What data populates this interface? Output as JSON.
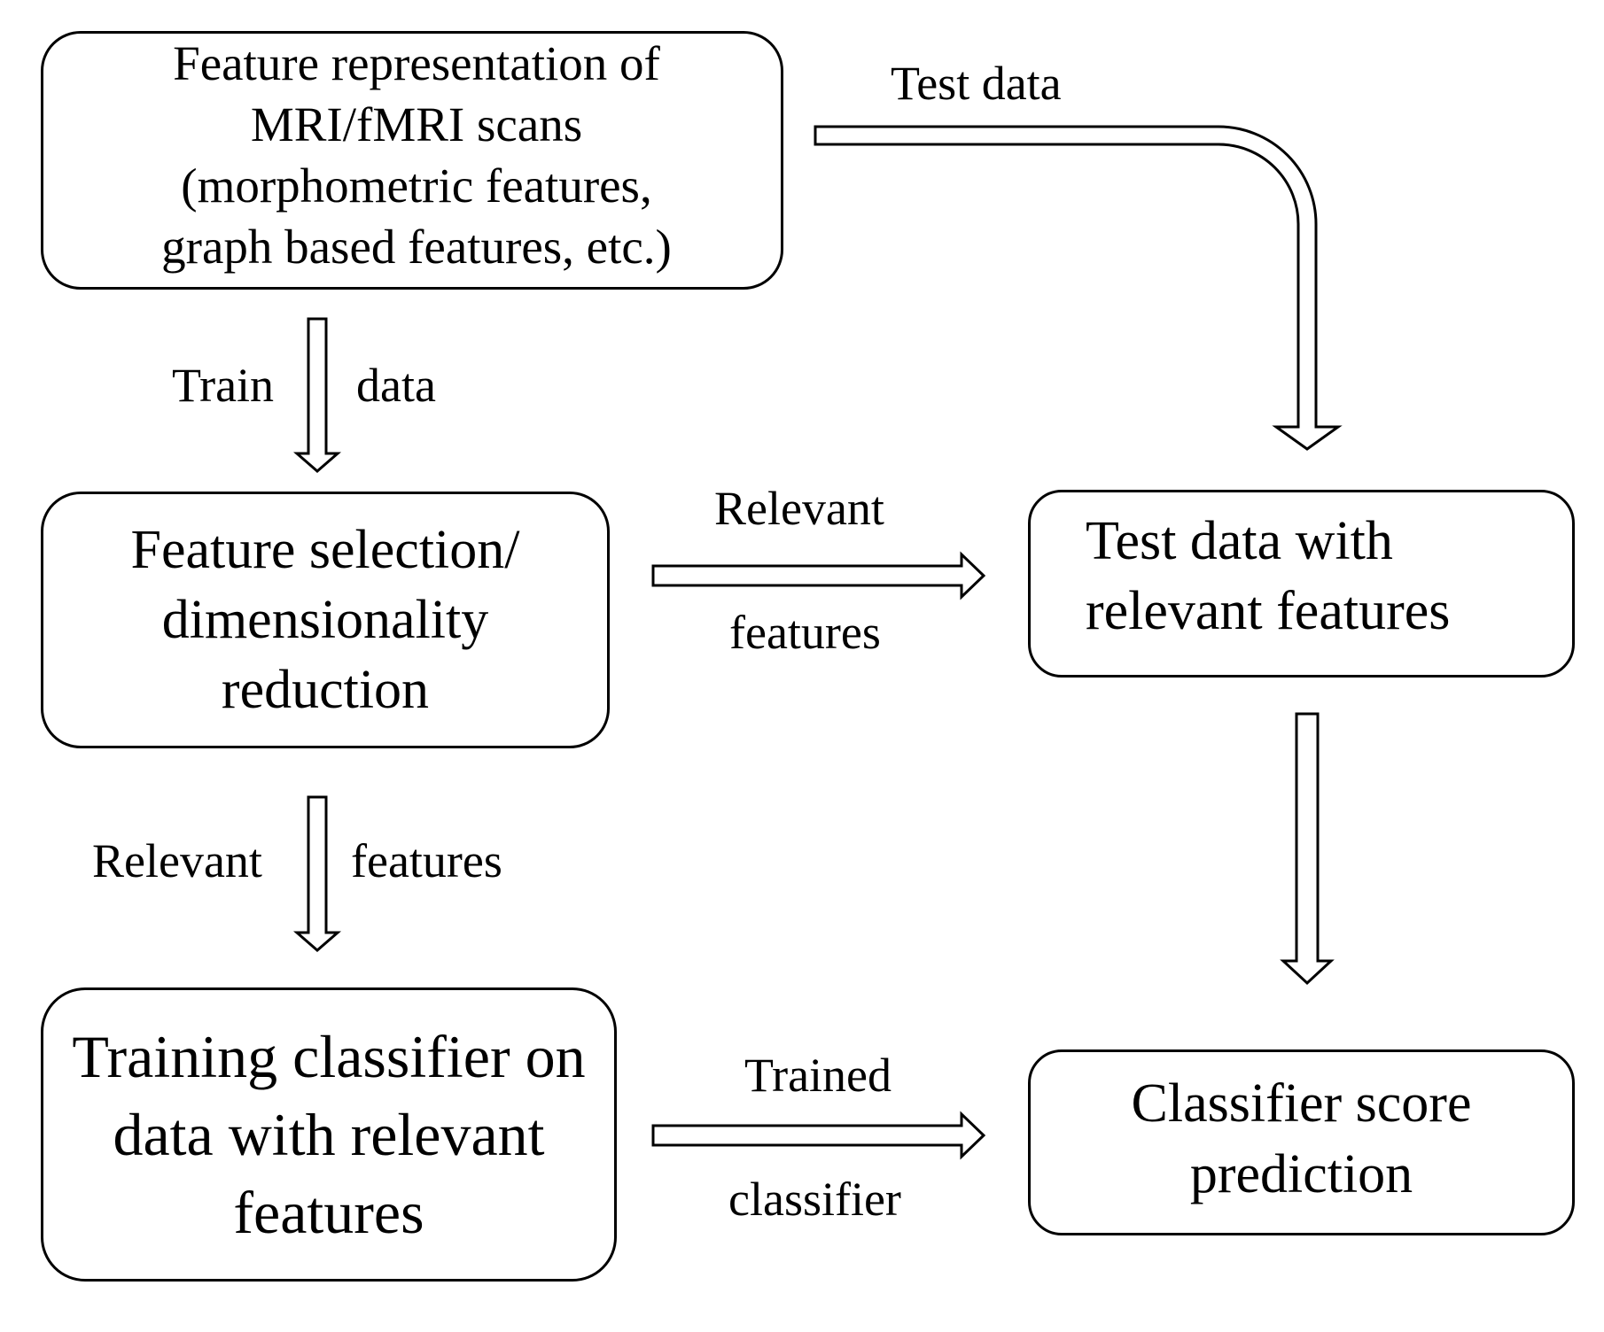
{
  "boxes": {
    "feature_representation": {
      "lines": [
        "Feature representation of",
        "MRI/fMRI scans",
        "(morphometric features,",
        "graph based features, etc.)"
      ]
    },
    "feature_selection": {
      "lines": [
        "Feature selection/",
        "dimensionality",
        "reduction"
      ]
    },
    "training_classifier": {
      "lines": [
        "Training classifier on",
        "data with relevant",
        "features"
      ]
    },
    "test_data_relevant": {
      "lines": [
        "Test data with",
        "relevant features"
      ]
    },
    "classifier_score": {
      "lines": [
        "Classifier score",
        "prediction"
      ]
    }
  },
  "labels": {
    "test_data": "Test data",
    "train": "Train",
    "train_data": "data",
    "relevant_h_top": "Relevant",
    "relevant_h_bottom": "features",
    "relevant_v_left": "Relevant",
    "relevant_v_right": "features",
    "trained_top": "Trained",
    "trained_bottom": "classifier"
  }
}
